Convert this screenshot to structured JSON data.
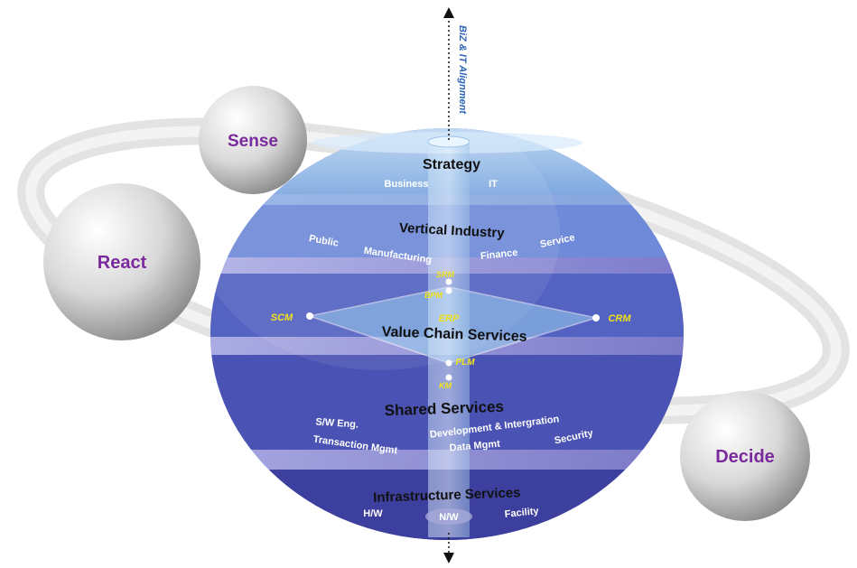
{
  "orbit_nodes": {
    "sense": "Sense",
    "react": "React",
    "decide": "Decide"
  },
  "axis_label": "BiZ & IT Alignment",
  "layers": {
    "strategy": {
      "title": "Strategy",
      "items": [
        "Business",
        "IT"
      ]
    },
    "vertical": {
      "title": "Vertical Industry",
      "items": [
        "Public",
        "Manufacturing",
        "Finance",
        "Service"
      ]
    },
    "value_chain": {
      "title": "Value Chain Services",
      "nodes": [
        "SCM",
        "ERP",
        "CRM",
        "PLM",
        "SRM",
        "BPM",
        "KM"
      ]
    },
    "shared": {
      "title": "Shared Services",
      "items": [
        "S/W Eng.",
        "Development & Intergration",
        "Transaction Mgmt",
        "Data Mgmt",
        "Security"
      ]
    },
    "infrastructure": {
      "title": "Infrastructure Services",
      "items": [
        "H/W",
        "N/W",
        "Facility"
      ]
    }
  },
  "colors": {
    "orbit_text": "#7a2a9c",
    "node_label": "#f2e21a",
    "sphere_dark": "#3b3f9e",
    "sphere_light": "#a6c6ec",
    "axis": "#1e3a8a"
  }
}
